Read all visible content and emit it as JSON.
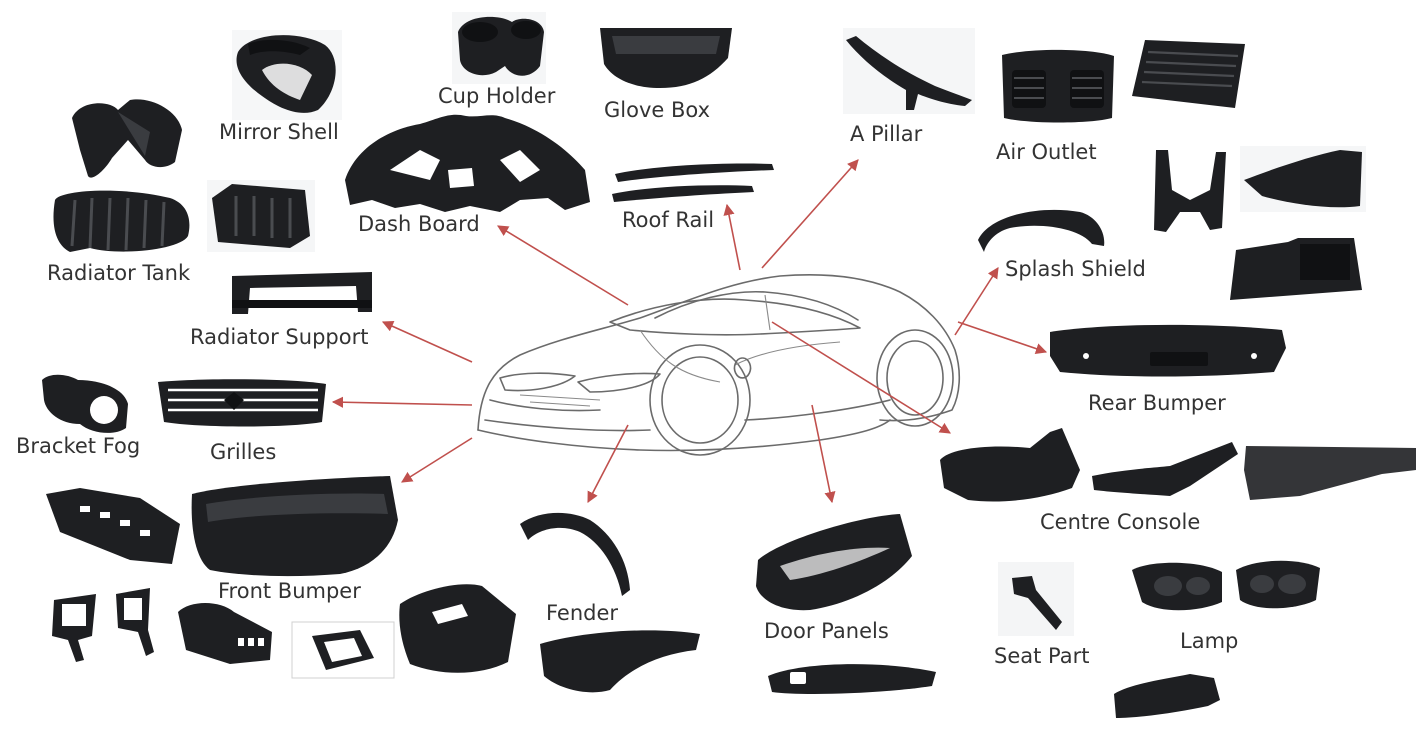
{
  "labels": {
    "cup_holder": "Cup Holder",
    "glove_box": "Glove Box",
    "mirror_shell": "Mirror Shell",
    "a_pillar": "A Pillar",
    "air_outlet": "Air Outlet",
    "dash_board": "Dash Board",
    "roof_rail": "Roof Rail",
    "radiator_tank": "Radiator Tank",
    "splash_shield": "Splash Shield",
    "radiator_support": "Radiator Support",
    "rear_bumper": "Rear Bumper",
    "bracket_fog": "Bracket Fog",
    "grilles": "Grilles",
    "centre_console": "Centre Console",
    "front_bumper": "Front Bumper",
    "fender": "Fender",
    "door_panels": "Door Panels",
    "seat_part": "Seat Part",
    "lamp": "Lamp"
  },
  "colors": {
    "arrow": "#c0504d",
    "text": "#333333",
    "part": "#1e1f22",
    "car_outline": "#6b6b6b"
  }
}
